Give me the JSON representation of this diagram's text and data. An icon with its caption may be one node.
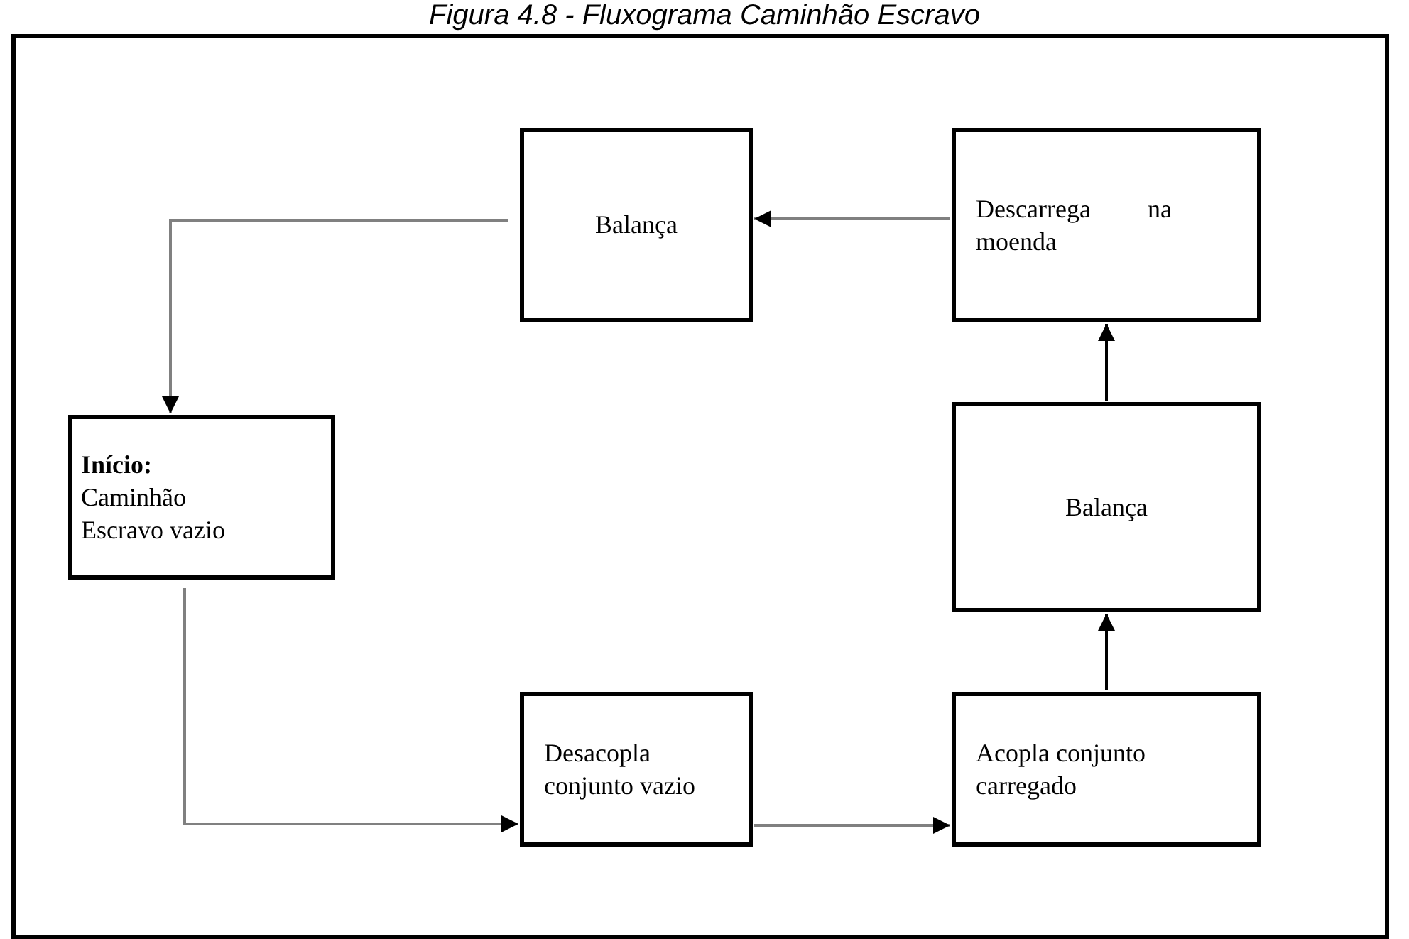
{
  "diagram": {
    "title": "Figura 4.8 - Fluxograma Caminhão Escravo",
    "nodes": [
      {
        "text": [
          "Balança"
        ]
      },
      {
        "text": [
          "Descarrega na moenda"
        ]
      },
      {
        "text": [
          "Início:",
          "Caminhão Escravo vazio"
        ]
      },
      {
        "text": [
          "Balança"
        ]
      },
      {
        "text": [
          "Desacopla conjunto vazio"
        ]
      },
      {
        "text": [
          "Acopla conjunto carregado"
        ]
      }
    ],
    "edges": [
      {
        "from": 1,
        "to": 0,
        "arrow": "to"
      },
      {
        "from": 0,
        "to": 2,
        "arrow": "to"
      },
      {
        "from": 2,
        "to": 4,
        "arrow": "to"
      },
      {
        "from": 4,
        "to": 5,
        "arrow": "to"
      },
      {
        "from": 5,
        "to": 3,
        "arrow": "to",
        "color": "#000000"
      },
      {
        "from": 3,
        "to": 1,
        "arrow": "to",
        "color": "#000000"
      }
    ]
  }
}
